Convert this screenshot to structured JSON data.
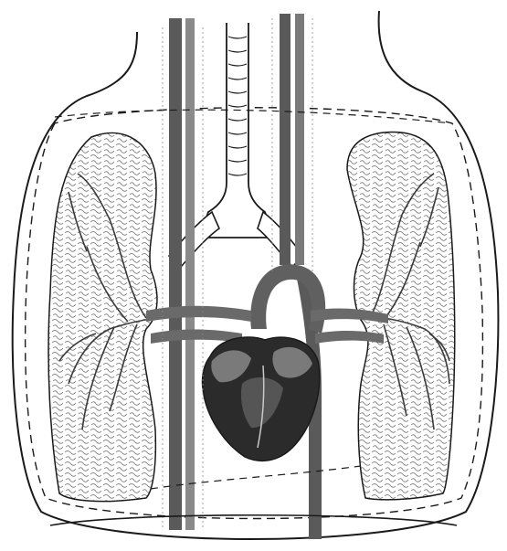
{
  "figure": {
    "kind": "anatomical line drawing",
    "labels": [],
    "colors": {
      "background": "#ffffff",
      "ink": "#1a1a1a",
      "vessel": "#555555",
      "heart_dark": "#2b2b2b",
      "lung_fill": "#fbfbfb"
    },
    "structures": [
      "thorax-outline",
      "pleura-dashed-line",
      "trachea",
      "bronchi",
      "left-lung",
      "right-lung",
      "heart",
      "aorta",
      "pulmonary-vessels",
      "vena-cava",
      "esophagus",
      "diaphragm"
    ]
  }
}
